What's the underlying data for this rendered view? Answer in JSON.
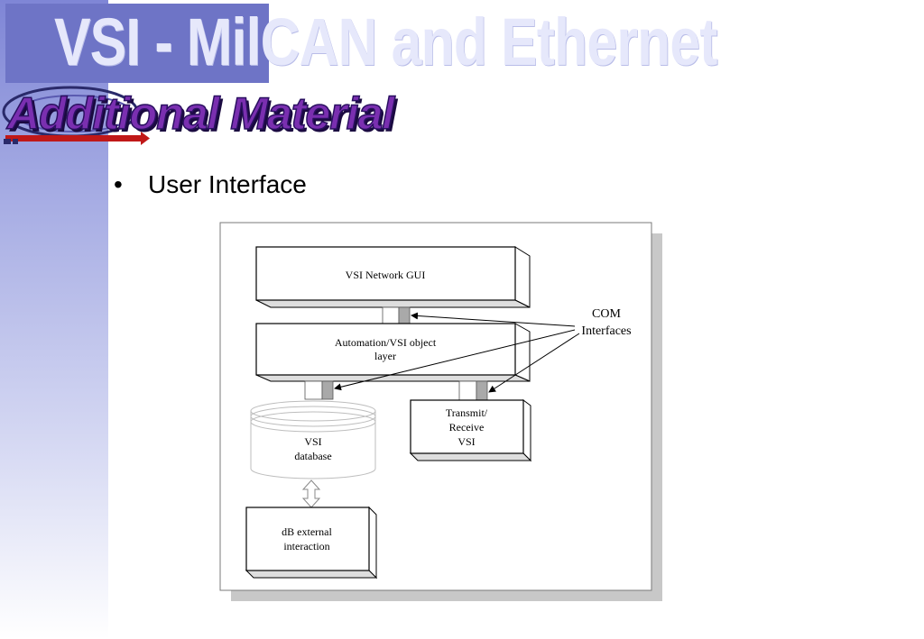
{
  "slide": {
    "title": "VSI - MilCAN and Ethernet",
    "subtitle": "Additional Material",
    "bullet_marker": "•",
    "bullet": "User Interface"
  },
  "diagram": {
    "gui_box": "VSI Network GUI",
    "automation_box": [
      "Automation/VSI object",
      "layer"
    ],
    "transmit_box": [
      "Transmit/",
      "Receive",
      "VSI"
    ],
    "database": [
      "VSI",
      "database"
    ],
    "external_box": [
      "dB external",
      "interaction"
    ],
    "com_label": [
      "COM",
      "Interfaces"
    ]
  },
  "colors": {
    "sidebar": "#7f86d6",
    "title_block": "#6e74c6",
    "title_text": "#e6e8fb",
    "subtitle_text": "#7a2fb0",
    "diagram_shadow": "#c8c8c8",
    "connector_gray": "#a9a9a9"
  }
}
